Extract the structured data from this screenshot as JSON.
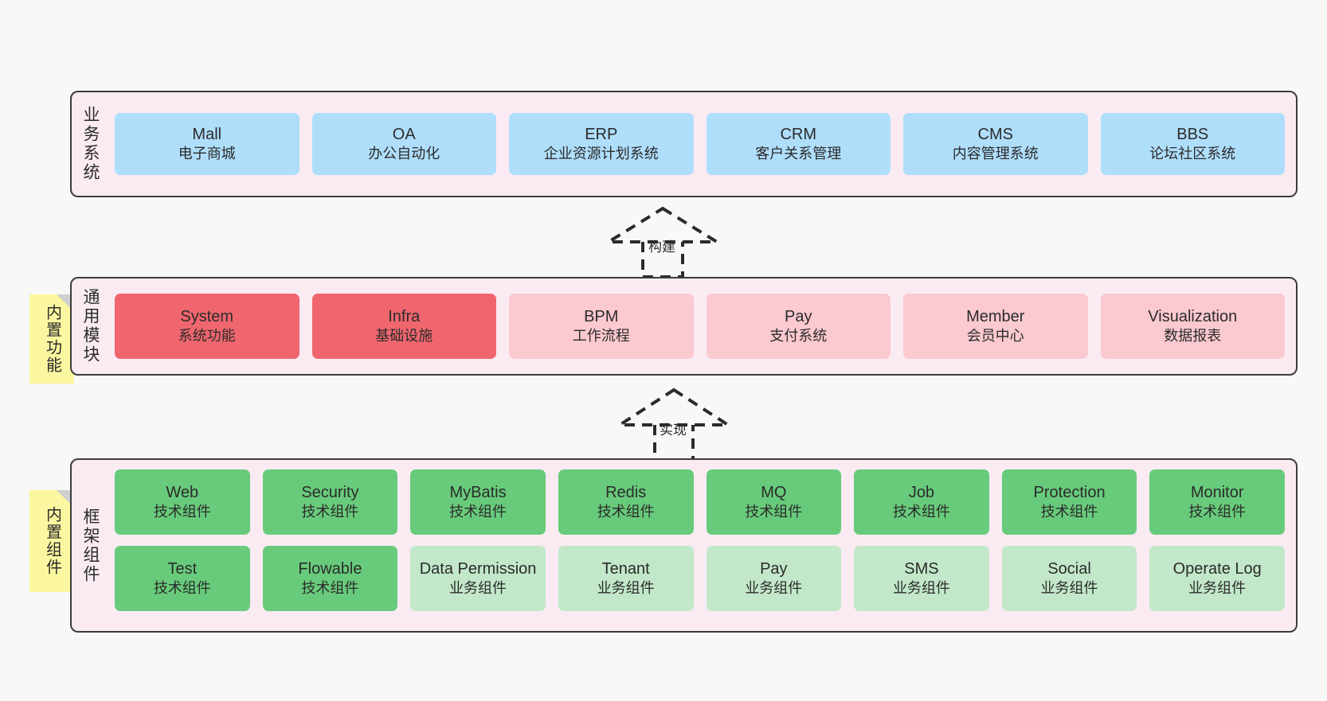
{
  "diagram": {
    "background_color": "#f8f8f7",
    "panel_fill": "#faebf3",
    "panel_border": "#3c3c3c",
    "note_fill": "#fbf7a0"
  },
  "sections": {
    "business": {
      "title": "业务系统",
      "card_color": "#afdefb",
      "cards": [
        {
          "en": "Mall",
          "cn": "电子商城"
        },
        {
          "en": "OA",
          "cn": "办公自动化"
        },
        {
          "en": "ERP",
          "cn": "企业资源计划系统"
        },
        {
          "en": "CRM",
          "cn": "客户关系管理"
        },
        {
          "en": "CMS",
          "cn": "内容管理系统"
        },
        {
          "en": "BBS",
          "cn": "论坛社区系统"
        }
      ]
    },
    "modules": {
      "title": "通用模块",
      "highlight_color": "#f0666e",
      "card_color": "#fbc9d0",
      "cards": [
        {
          "en": "System",
          "cn": "系统功能",
          "highlight": true
        },
        {
          "en": "Infra",
          "cn": "基础设施",
          "highlight": true
        },
        {
          "en": "BPM",
          "cn": "工作流程",
          "highlight": false
        },
        {
          "en": "Pay",
          "cn": "支付系统",
          "highlight": false
        },
        {
          "en": "Member",
          "cn": "会员中心",
          "highlight": false
        },
        {
          "en": "Visualization",
          "cn": "数据报表",
          "highlight": false
        }
      ]
    },
    "framework": {
      "title": "框架组件",
      "tech_color": "#68cb7b",
      "biz_color": "#c2e8c9",
      "row1": [
        {
          "en": "Web",
          "cn": "技术组件"
        },
        {
          "en": "Security",
          "cn": "技术组件"
        },
        {
          "en": "MyBatis",
          "cn": "技术组件"
        },
        {
          "en": "Redis",
          "cn": "技术组件"
        },
        {
          "en": "MQ",
          "cn": "技术组件"
        },
        {
          "en": "Job",
          "cn": "技术组件"
        },
        {
          "en": "Protection",
          "cn": "技术组件"
        },
        {
          "en": "Monitor",
          "cn": "技术组件"
        }
      ],
      "row2": [
        {
          "en": "Test",
          "cn": "技术组件",
          "kind": "tech"
        },
        {
          "en": "Flowable",
          "cn": "技术组件",
          "kind": "tech"
        },
        {
          "en": "Data Permission",
          "cn": "业务组件",
          "kind": "biz"
        },
        {
          "en": "Tenant",
          "cn": "业务组件",
          "kind": "biz"
        },
        {
          "en": "Pay",
          "cn": "业务组件",
          "kind": "biz"
        },
        {
          "en": "SMS",
          "cn": "业务组件",
          "kind": "biz"
        },
        {
          "en": "Social",
          "cn": "业务组件",
          "kind": "biz"
        },
        {
          "en": "Operate Log",
          "cn": "业务组件",
          "kind": "biz"
        }
      ]
    }
  },
  "notes": [
    {
      "label": "内置功能"
    },
    {
      "label": "内置组件"
    }
  ],
  "arrows": [
    {
      "label": "构建"
    },
    {
      "label": "实现"
    }
  ]
}
